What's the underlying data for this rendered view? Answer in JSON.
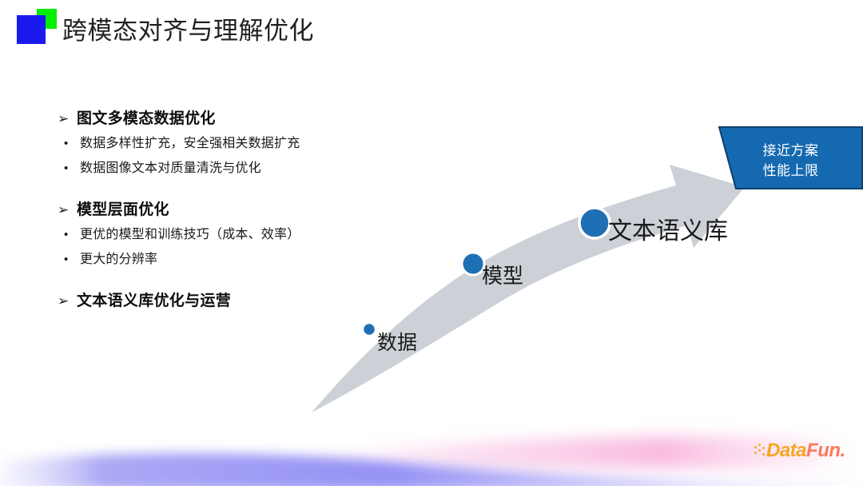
{
  "slide": {
    "title": "跨模态对齐与理解优化",
    "background_color": "#ffffff",
    "title_mark_green": "#00ee00",
    "title_mark_blue": "#1a1aee"
  },
  "content": {
    "groups": [
      {
        "marker": "➢",
        "heading": "图文多模态数据优化",
        "items": [
          {
            "marker": "•",
            "text": "数据多样性扩充，安全强相关数据扩充"
          },
          {
            "marker": "•",
            "text": "数据图像文本对质量清洗与优化"
          }
        ]
      },
      {
        "marker": "➢",
        "heading": "模型层面优化",
        "items": [
          {
            "marker": "•",
            "text": "更优的模型和训练技巧（成本、效率）"
          },
          {
            "marker": "•",
            "text": "更大的分辨率"
          }
        ]
      },
      {
        "marker": "➢",
        "heading": "文本语义库优化与运营",
        "items": []
      }
    ]
  },
  "diagram": {
    "arrow_color": "#ccd1d7",
    "node_color": "#1f6fb5",
    "node_ring_color": "#ffffff",
    "nodes": [
      {
        "label": "数据",
        "size": "small"
      },
      {
        "label": "模型",
        "size": "medium"
      },
      {
        "label": "文本语义库",
        "size": "large"
      }
    ],
    "callout": {
      "shape": "trapezoid",
      "fill": "#1569b0",
      "border": "#0d3f6b",
      "text_color": "#ffffff",
      "line1": "接近方案",
      "line2": "性能上限"
    }
  },
  "footer": {
    "logo": {
      "word1": "Data",
      "word2": "Fun.",
      "color1": "#f6a623",
      "color2": "#fa7a5a"
    },
    "wave_colors": [
      "#8f8cf5",
      "#f7a9d8",
      "#e8e6fd"
    ]
  }
}
